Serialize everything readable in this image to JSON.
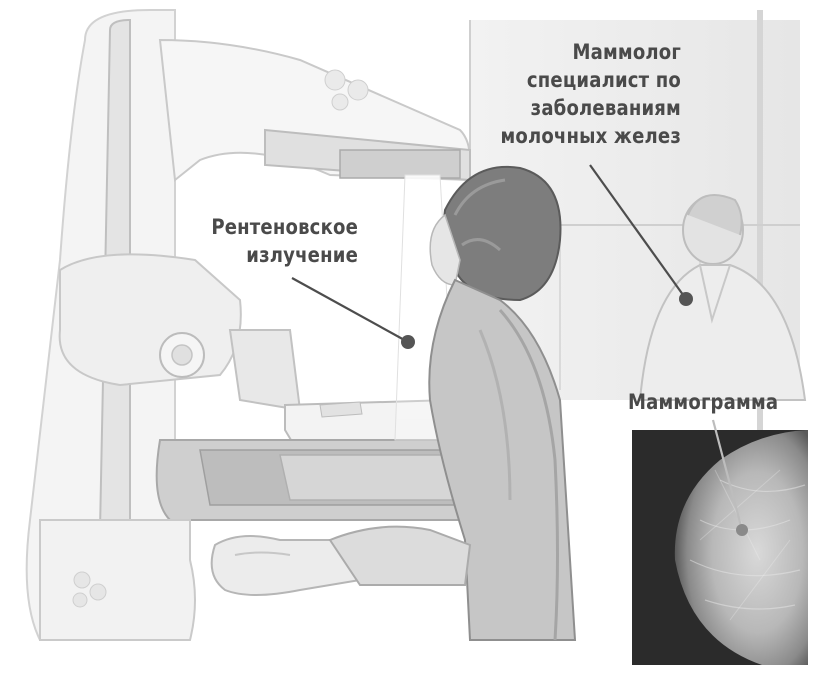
{
  "labels": {
    "xray": [
      "Рентеновское",
      "излучение"
    ],
    "mammologist": [
      "Маммолог",
      "специалист по",
      "заболеваниям",
      "молочных желез"
    ],
    "mammogram": "Маммограмма"
  },
  "colors": {
    "background": "#ffffff",
    "label_text": "#4a4a4a",
    "leader_line": "#4d4d4d",
    "leader_dot": "#555555",
    "mammogram_panel": "#2b2b2b"
  }
}
